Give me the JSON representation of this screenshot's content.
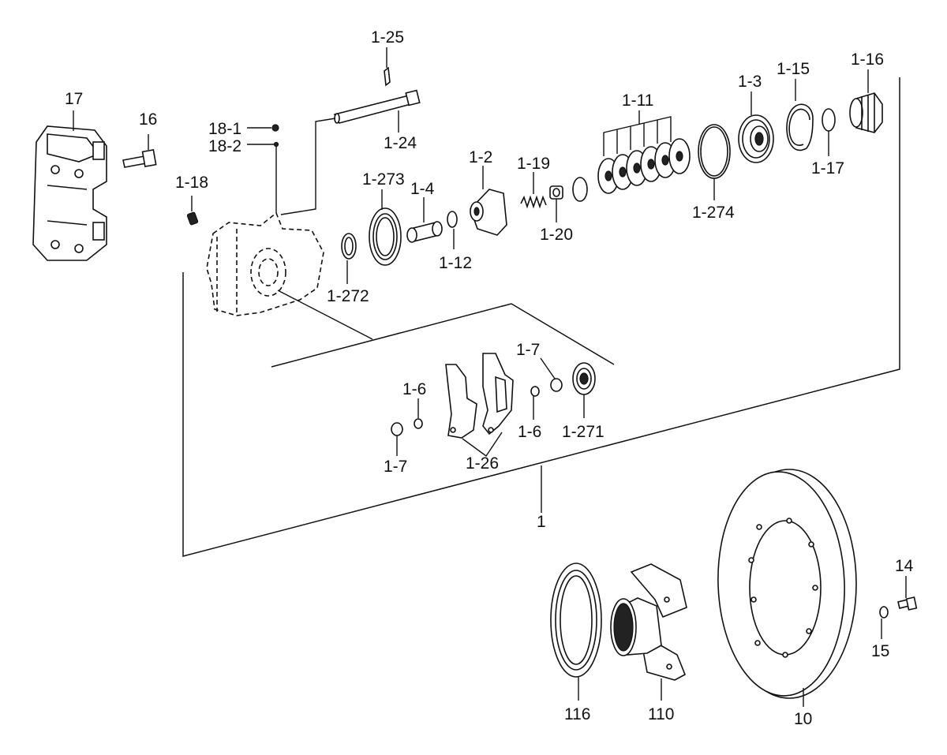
{
  "labels": {
    "l_1_25": "1-25",
    "l_17": "17",
    "l_16": "16",
    "l_18_1": "18-1",
    "l_18_2": "18-2",
    "l_1_24": "1-24",
    "l_1_18": "1-18",
    "l_1_273": "1-273",
    "l_1_4": "1-4",
    "l_1_2": "1-2",
    "l_1_19": "1-19",
    "l_1_11": "1-11",
    "l_1_3": "1-3",
    "l_1_15": "1-15",
    "l_1_16": "1-16",
    "l_1_17": "1-17",
    "l_1_274": "1-274",
    "l_1_20": "1-20",
    "l_1_12": "1-12",
    "l_1_272": "1-272",
    "l_1_7a": "1-7",
    "l_1_6a": "1-6",
    "l_1_6b": "1-6",
    "l_1_271": "1-271",
    "l_1_7b": "1-7",
    "l_1_26": "1-26",
    "l_1": "1",
    "l_14": "14",
    "l_15": "15",
    "l_116": "116",
    "l_110": "110",
    "l_10": "10"
  }
}
